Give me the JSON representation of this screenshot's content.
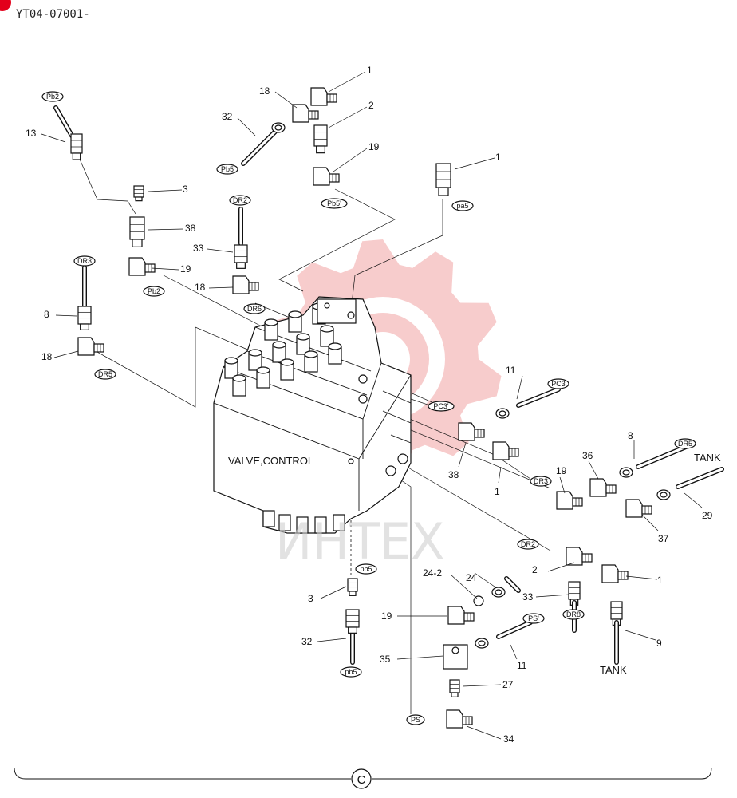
{
  "header": {
    "doc_code": "YT04-07001-"
  },
  "colors": {
    "accent": "#e3001b",
    "watermark": "#f2a3a3",
    "ink": "#111111"
  },
  "main_label": "VALVE,CONTROL",
  "watermark_text": "ИНТЕХ",
  "section_marker": "C",
  "tank_labels": [
    "TANK",
    "TANK"
  ],
  "part_numbers": [
    "1",
    "18",
    "2",
    "32",
    "19",
    "1",
    "13",
    "3",
    "38",
    "19",
    "33",
    "18",
    "8",
    "18",
    "11",
    "38",
    "1",
    "19",
    "36",
    "8",
    "37",
    "29",
    "24",
    "24-2",
    "2",
    "1",
    "33",
    "19",
    "3",
    "32",
    "35",
    "11",
    "9",
    "27",
    "34"
  ],
  "port_tags": [
    "Pb2",
    "Pb5",
    "Pb5'",
    "pa5",
    "DR2",
    "DR3",
    "Pb2",
    "DR6",
    "DR5",
    "PC3",
    "PC3'",
    "DR3",
    "DR5",
    "DR2",
    "DR8",
    "pb5",
    "pb5",
    "PS'",
    "PS"
  ]
}
